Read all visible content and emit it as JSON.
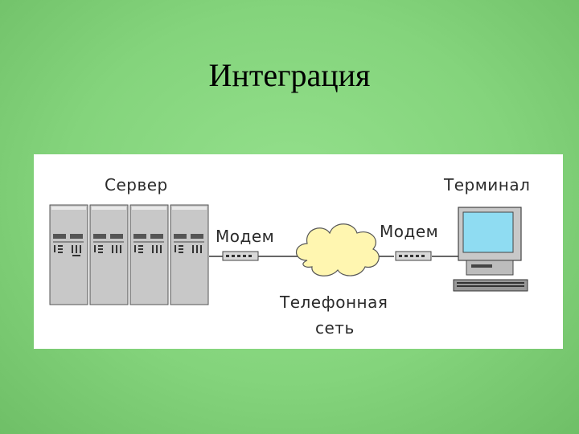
{
  "slide": {
    "title": "Интеграция"
  },
  "diagram": {
    "server_label": "Сервер",
    "modem_left_label": "Модем",
    "modem_right_label": "Модем",
    "network_label_line1": "Телефонная",
    "network_label_line2": "сеть",
    "terminal_label": "Терминал"
  },
  "colors": {
    "background": "#84d47c",
    "panel": "#ffffff",
    "rack": "#c8c8c8",
    "cloud": "#fff6b0",
    "screen": "#8fdcf2"
  }
}
